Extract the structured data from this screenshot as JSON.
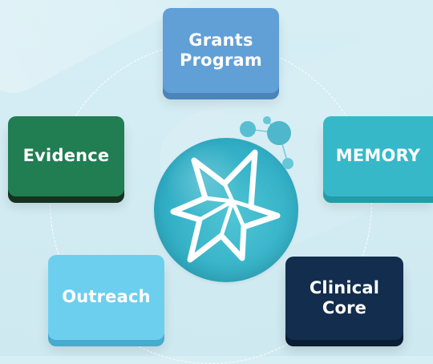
{
  "nodes": {
    "grants": {
      "line1": "Grants",
      "line2": "Program"
    },
    "evidence": {
      "label": "Evidence"
    },
    "memory": {
      "label": "MEMORY"
    },
    "outreach": {
      "label": "Outreach"
    },
    "clinical": {
      "line1": "Clinical",
      "line2": "Core"
    }
  },
  "colors": {
    "background": "#d3ecf3",
    "ring": "#ffffff",
    "grants": "#619fd7",
    "evidence": "#217d52",
    "memory": "#36b8c9",
    "outreach": "#6ccfee",
    "clinical": "#122d4d",
    "hub": "#2caac2",
    "molecule": "#58bfd2"
  },
  "icons": {
    "hub": "star-network-icon",
    "decoration": "molecule-icon"
  }
}
